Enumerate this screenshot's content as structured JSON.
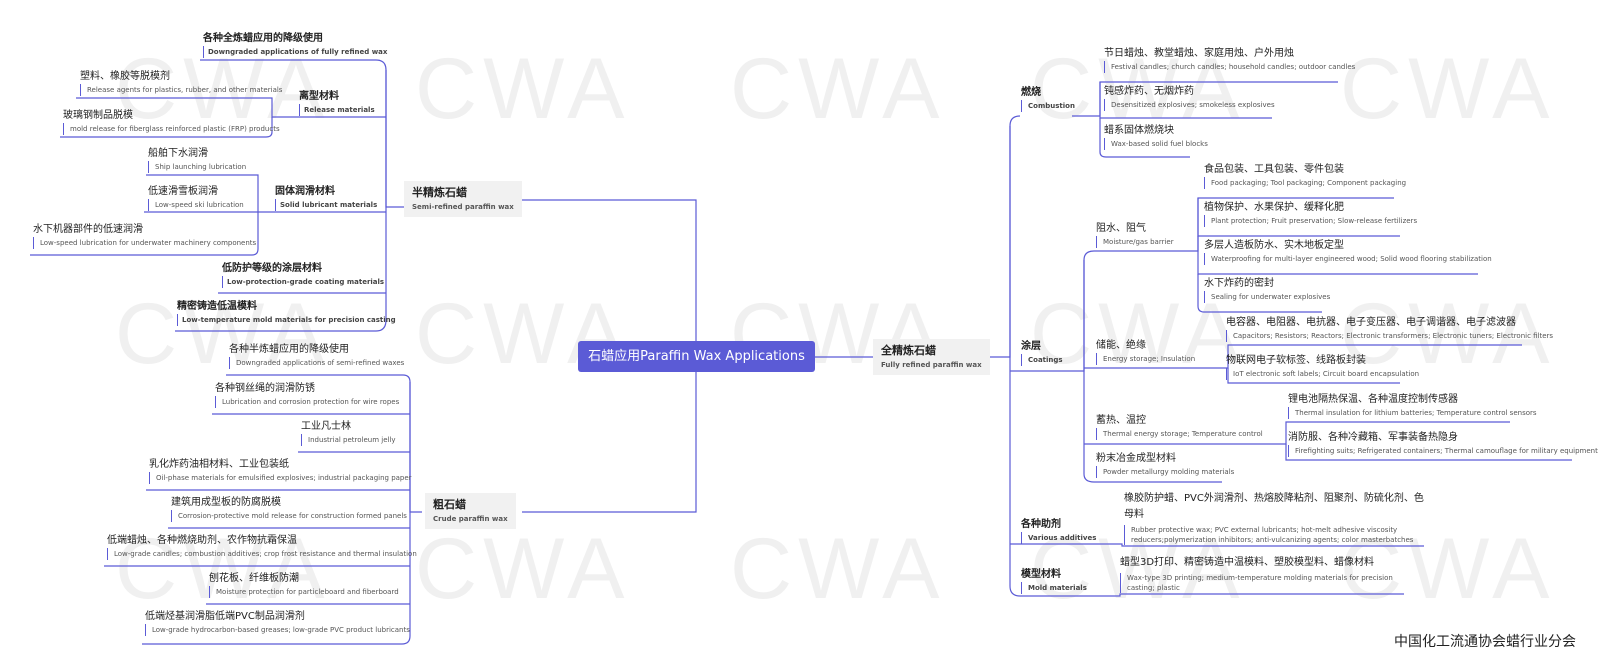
{
  "central": "石蜡应用Paraffin Wax Applications",
  "watermark": "CWA",
  "footer": "中国化工流通协会蜡行业分会",
  "colors": {
    "central_bg": "#5b5bd6",
    "line": "#5b5bd6",
    "mid_bg": "#f1f1f1"
  },
  "semi_refined": {
    "title_cn": "半精炼石蜡",
    "title_en": "Semi-refined paraffin wax",
    "items": [
      {
        "cn": "各种全炼蜡应用的降级使用",
        "en": "Downgraded applications of fully refined wax"
      },
      {
        "cn": "离型材料",
        "en": "Release materials",
        "children": [
          {
            "cn": "塑料、橡胶等脱模剂",
            "en": "Release agents for plastics, rubber, and other materials"
          },
          {
            "cn": "玻璃钢制品脱模",
            "en": "mold release for fiberglass reinforced plastic (FRP) products"
          }
        ]
      },
      {
        "cn": "固体润滑材料",
        "en": "Solid lubricant materials",
        "children": [
          {
            "cn": "船舶下水润滑",
            "en": "Ship launching lubrication"
          },
          {
            "cn": "低速滑雪板润滑",
            "en": "Low-speed ski lubrication"
          },
          {
            "cn": "水下机器部件的低速润滑",
            "en": "Low-speed lubrication for underwater machinery components"
          }
        ]
      },
      {
        "cn": "低防护等级的涂层材料",
        "en": "Low-protection-grade coating materials"
      },
      {
        "cn": "精密铸造低温模料",
        "en": "Low-temperature mold materials for precision casting"
      }
    ]
  },
  "crude": {
    "title_cn": "粗石蜡",
    "title_en": "Crude paraffin wax",
    "items": [
      {
        "cn": "各种半炼蜡应用的降级使用",
        "en": "Downgraded applications of semi-refined waxes"
      },
      {
        "cn": "各种钢丝绳的润滑防锈",
        "en": "Lubrication and corrosion protection for wire ropes"
      },
      {
        "cn": "工业凡士林",
        "en": "Industrial petroleum jelly"
      },
      {
        "cn": "乳化炸药油相材料、工业包装纸",
        "en": "Oil-phase materials for emulsified explosives; industrial packaging paper"
      },
      {
        "cn": "建筑用成型板的防腐脱模",
        "en": "Corrosion-protective mold release for construction formed panels"
      },
      {
        "cn": "低端蜡烛、各种燃烧助剂、农作物抗霜保温",
        "en": "Low-grade candles; combustion additives; crop frost resistance and thermal insulation"
      },
      {
        "cn": "刨花板、纤维板防潮",
        "en": "Moisture protection for particleboard and fiberboard"
      },
      {
        "cn": "低端烃基润滑脂低端PVC制品润滑剂",
        "en": "Low-grade hydrocarbon-based greases; low-grade PVC product lubricants"
      }
    ]
  },
  "fully_refined": {
    "title_cn": "全精炼石蜡",
    "title_en": "Fully refined paraffin wax",
    "categories": [
      {
        "cn": "燃烧",
        "en": "Combustion",
        "children": [
          {
            "cn": "节日蜡烛、教堂蜡烛、家庭用烛、户外用烛",
            "en": "Festival candles; church candles; household candles; outdoor candles"
          },
          {
            "cn": "钝感炸药、无烟炸药",
            "en": "Desensitized explosives; smokeless explosives"
          },
          {
            "cn": "蜡系固体燃烧块",
            "en": "Wax-based solid fuel blocks"
          }
        ]
      },
      {
        "cn": "涂层",
        "en": "Coatings",
        "children": [
          {
            "cn": "阻水、阻气",
            "en": "Moisture/gas barrier",
            "children": [
              {
                "cn": "食品包装、工具包装、零件包装",
                "en": "Food packaging; Tool packaging; Component packaging"
              },
              {
                "cn": "植物保护、水果保护、缓释化肥",
                "en": "Plant protection; Fruit preservation; Slow-release fertilizers"
              },
              {
                "cn": "多层人造板防水、实木地板定型",
                "en": "Waterproofing for multi-layer engineered wood; Solid wood flooring stabilization"
              },
              {
                "cn": "水下炸药的密封",
                "en": "Sealing for underwater explosives"
              }
            ]
          },
          {
            "cn": "储能、绝缘",
            "en": "Energy storage; Insulation",
            "children": [
              {
                "cn": "电容器、电阻器、电抗器、电子变压器、电子调谐器、电子滤波器",
                "en": "Capacitors; Resistors; Reactors; Electronic transformers; Electronic tuners; Electronic filters"
              },
              {
                "cn": "物联网电子软标签、线路板封装",
                "en": "IoT electronic soft labels; Circuit board encapsulation"
              }
            ]
          },
          {
            "cn": "蓄热、温控",
            "en": "Thermal energy storage; Temperature control",
            "children": [
              {
                "cn": "锂电池隔热保温、各种温度控制传感器",
                "en": "Thermal insulation for lithium batteries; Temperature control sensors"
              },
              {
                "cn": "消防服、各种冷藏箱、军事装备热隐身",
                "en": "Firefighting suits; Refrigerated containers; Thermal camouflage for military equipment"
              }
            ]
          },
          {
            "cn": "粉末冶金成型材料",
            "en": "Powder metallurgy molding materials"
          }
        ]
      },
      {
        "cn": "各种助剂",
        "en": "Various additives",
        "children": [
          {
            "cn": "橡胶防护蜡、PVC外润滑剂、热熔胶降粘剂、阻聚剂、防硫化剂、色母料",
            "en": "Rubber protective wax; PVC external lubricants; hot-melt adhesive viscosity reducers;polymerization inhibitors; anti-vulcanizing agents; color masterbatches"
          }
        ]
      },
      {
        "cn": "模型材料",
        "en": "Mold materials",
        "children": [
          {
            "cn": "蜡型3D打印、精密铸造中温模料、塑胶模型料、蜡像材料",
            "en": "Wax-type 3D printing; medium-temperature molding materials for precision casting; plastic"
          }
        ]
      }
    ]
  }
}
